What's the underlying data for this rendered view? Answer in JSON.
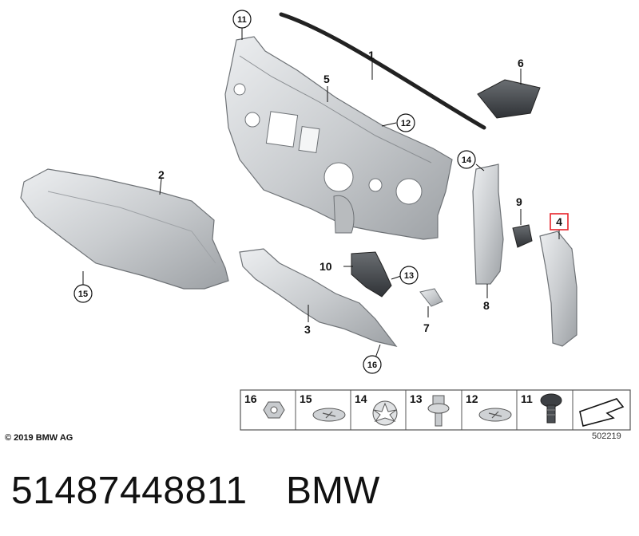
{
  "callouts": {
    "c1": "1",
    "c2": "2",
    "c3": "3",
    "c4": "4",
    "c5": "5",
    "c6": "6",
    "c7": "7",
    "c8": "8",
    "c9": "9",
    "c10": "10",
    "c11": "11",
    "c12": "12",
    "c13": "13",
    "c14": "14",
    "c15a": "15",
    "c16a": "16"
  },
  "fastener_strip": {
    "items": [
      {
        "label": "16",
        "icon": "nut-icon"
      },
      {
        "label": "15",
        "icon": "screw-icon"
      },
      {
        "label": "14",
        "icon": "spring-clip-icon"
      },
      {
        "label": "13",
        "icon": "bolt-icon"
      },
      {
        "label": "12",
        "icon": "screw-icon"
      },
      {
        "label": "11",
        "icon": "expanding-rivet-icon"
      }
    ]
  },
  "footer": {
    "copyright": "© 2019 BMW AG",
    "diagram_number": "502219"
  },
  "title": {
    "part_number": "51487448811",
    "brand": "BMW"
  },
  "colors": {
    "highlight": "#e8232a",
    "part_fill": "#d8dadc",
    "part_stroke": "#6e7276"
  }
}
